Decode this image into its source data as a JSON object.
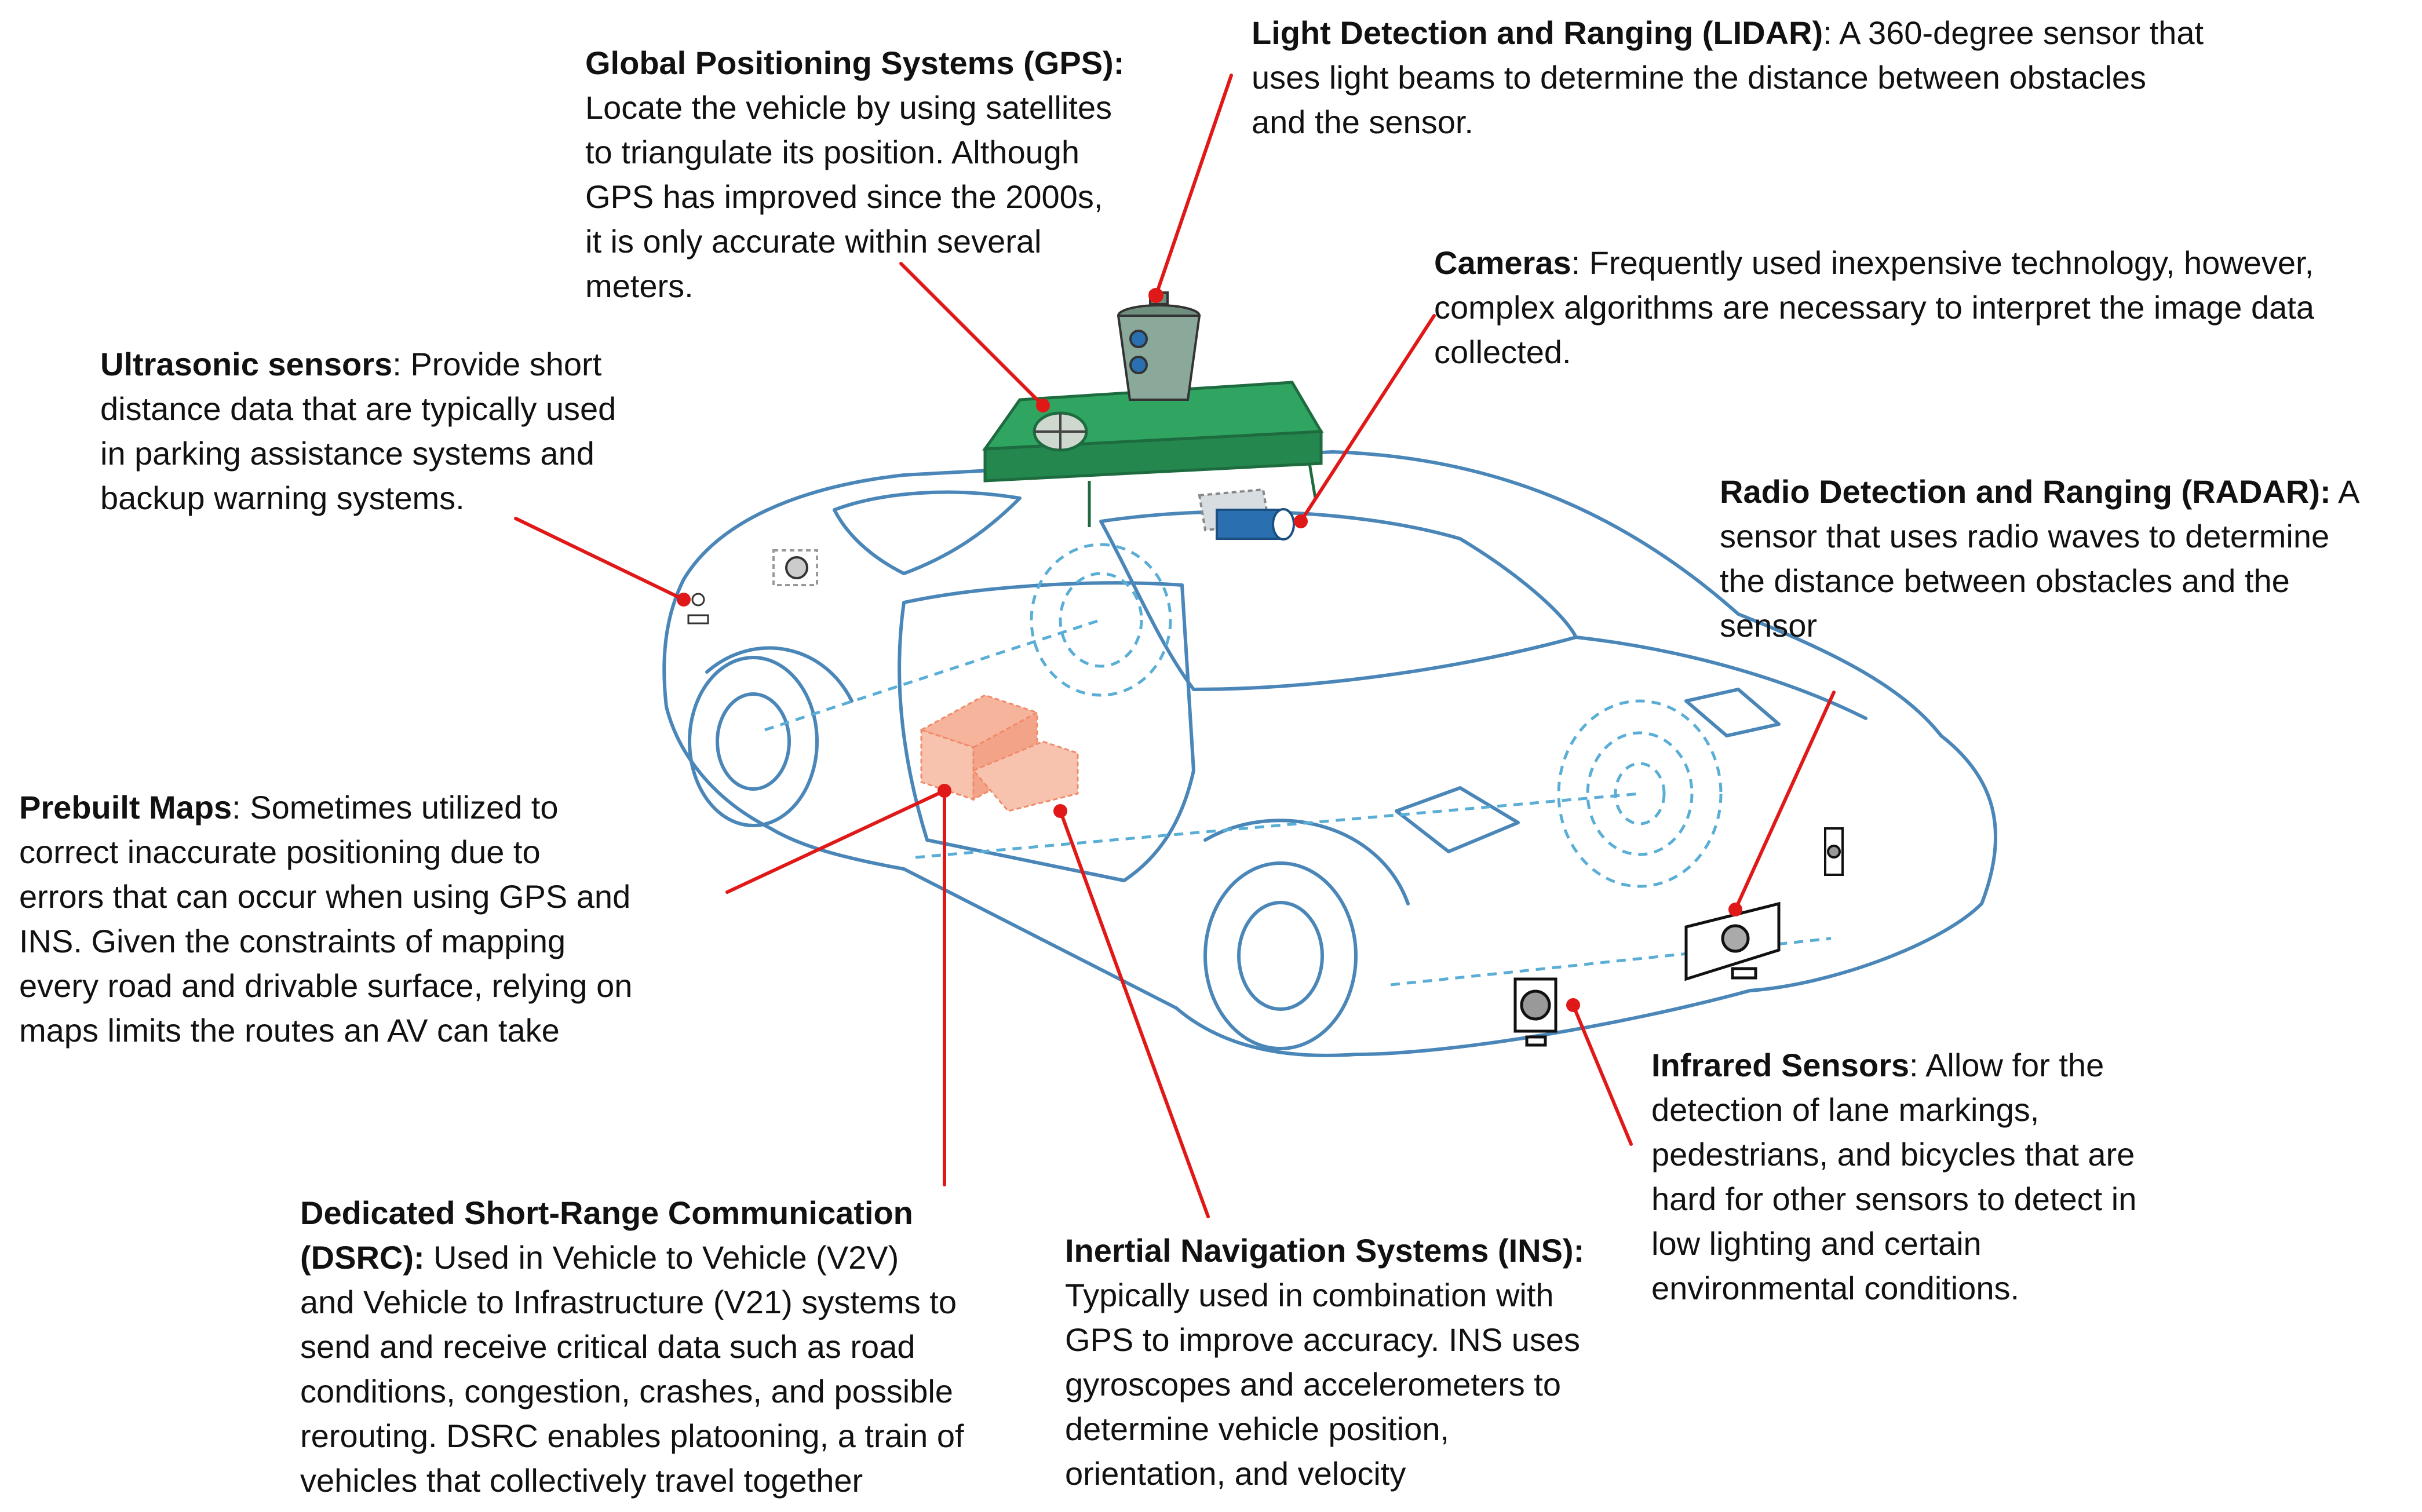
{
  "callouts": {
    "gps": {
      "term": "Global Positioning Systems (GPS):",
      "lines": [
        "Locate the vehicle by using satellites",
        "to triangulate its position. Although",
        "GPS has improved since the 2000s,",
        "it is only accurate within several",
        "meters."
      ]
    },
    "lidar": {
      "term": "Light Detection and Ranging (LIDAR)",
      "first_rest": ": A 360-degree sensor that",
      "lines": [
        "uses light beams to determine the distance between obstacles",
        "and the sensor."
      ]
    },
    "cameras": {
      "term": "Cameras",
      "first_rest": ": Frequently used inexpensive technology, however,",
      "lines": [
        "complex algorithms are necessary to interpret the image data",
        "collected."
      ]
    },
    "ultrasonic": {
      "term": "Ultrasonic sensors",
      "first_rest": ": Provide short",
      "lines": [
        "distance data that are typically used",
        "in parking assistance systems and",
        "backup warning systems."
      ]
    },
    "radar": {
      "term": "Radio Detection and Ranging (RADAR):",
      "first_rest": " A",
      "lines": [
        "sensor that uses radio waves to determine",
        "the distance between obstacles and the",
        "sensor"
      ]
    },
    "prebuilt_maps": {
      "term": "Prebuilt Maps",
      "first_rest": ": Sometimes utilized to",
      "lines": [
        "correct inaccurate positioning due to",
        "errors that can occur when using GPS and",
        "INS. Given the constraints of mapping",
        "every road and drivable surface, relying on",
        "maps limits the routes an AV can take"
      ]
    },
    "infrared": {
      "term": "Infrared Sensors",
      "first_rest": ": Allow for the",
      "lines": [
        "detection of lane markings,",
        "pedestrians, and bicycles that are",
        "hard for other sensors to detect in",
        "low lighting and certain",
        "environmental conditions."
      ]
    },
    "dsrc": {
      "term": "Dedicated Short-Range Communication",
      "term2": "(DSRC):",
      "second_rest": " Used in Vehicle to Vehicle (V2V)",
      "lines": [
        "and Vehicle to Infrastructure (V21) systems to",
        "send and receive critical data such as road",
        "conditions, congestion, crashes, and possible",
        "rerouting. DSRC enables platooning, a train of",
        "vehicles that collectively travel together"
      ]
    },
    "ins": {
      "term": "Inertial Navigation Systems (INS):",
      "lines": [
        "Typically used in combination with",
        "GPS to improve accuracy. INS uses",
        "gyroscopes and accelerometers to",
        "determine vehicle position,",
        "orientation, and velocity"
      ]
    }
  },
  "colors": {
    "car_outline": "#4a86b8",
    "dashed": "#5aaed6",
    "leader_line": "#e01818",
    "roof_rack": "#2fa561",
    "ins_box": "#f6b49c",
    "camera": "#2a6fb0",
    "text": "#111111"
  }
}
